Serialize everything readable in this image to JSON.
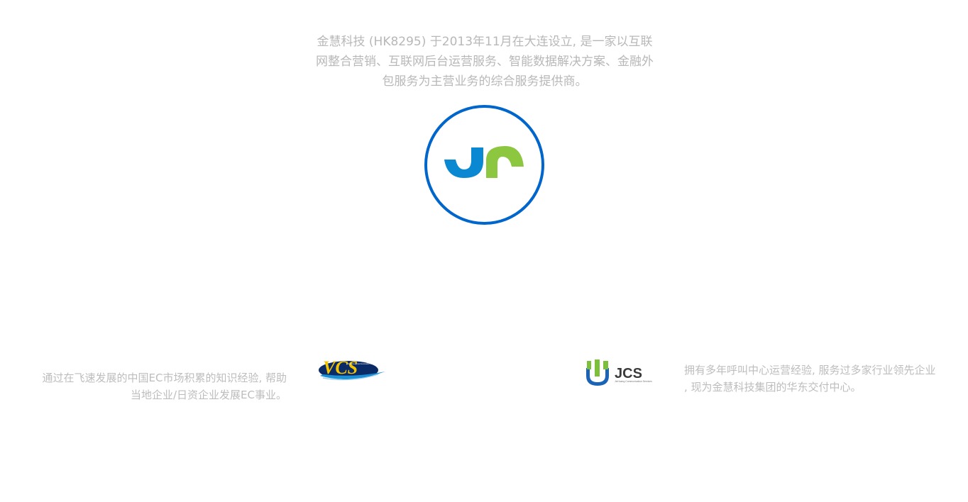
{
  "intro": {
    "lines": [
      "金慧科技 (HK8295) 于2013年11月在大连设立, 是一家以互联",
      "网整合营销、互联网后台运营服务、智能数据解决方案、金融外",
      "包服务为主营业务的综合服务提供商。"
    ]
  },
  "brand": {
    "logo_letters": "JR",
    "colors": {
      "ring": "#0066cc",
      "j": "#0a88d2",
      "r": "#8dc63f"
    }
  },
  "subsidiaries": {
    "vcs": {
      "logo_text": "VCS",
      "logo_tagline": "Ubiquitous Communication Service",
      "description_lines": [
        "通过在飞速发展的中国EC市场积累的知识经验, 帮助",
        "当地企业/日资企业发展EC事业。"
      ]
    },
    "jcs": {
      "logo_text": "JCS",
      "logo_tagline": "JinHuang Communication Services",
      "description_lines": [
        "拥有多年呼叫中心运营经验, 服务过多家行业领先企业",
        ", 现为金慧科技集团的华东交付中心。"
      ]
    }
  }
}
